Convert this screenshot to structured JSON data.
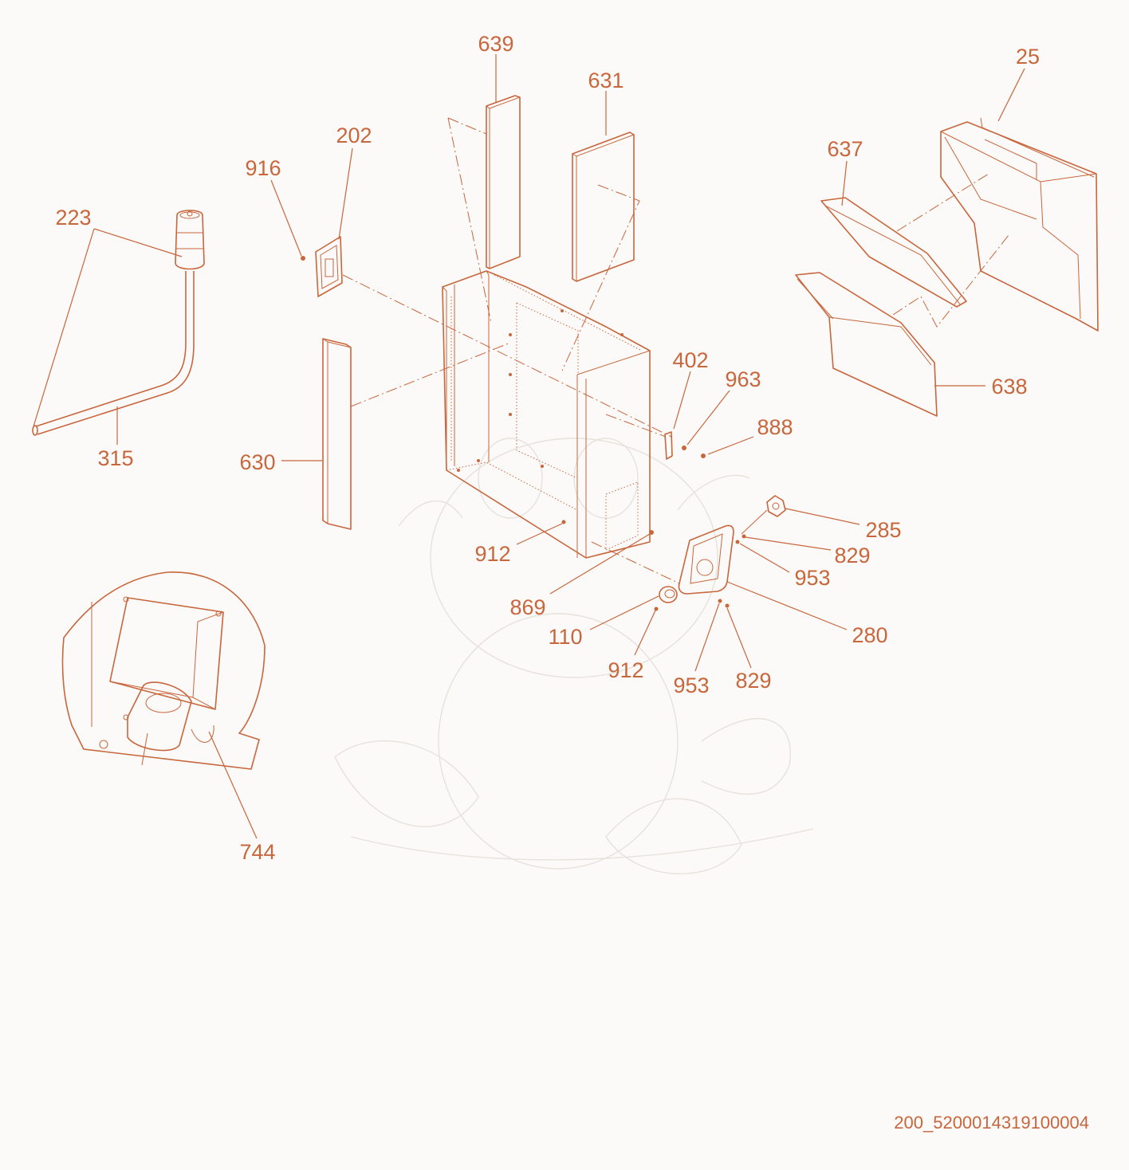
{
  "labels": {
    "l639": "639",
    "l631": "631",
    "l25": "25",
    "l202": "202",
    "l916": "916",
    "l637": "637",
    "l223": "223",
    "l402": "402",
    "l963": "963",
    "l888": "888",
    "l638": "638",
    "l315": "315",
    "l630": "630",
    "l285": "285",
    "l829a": "829",
    "l953a": "953",
    "l912a": "912",
    "l869": "869",
    "l280": "280",
    "l110": "110",
    "l912b": "912",
    "l953b": "953",
    "l829b": "829",
    "l744": "744"
  },
  "document_id": "200_5200014319100004"
}
